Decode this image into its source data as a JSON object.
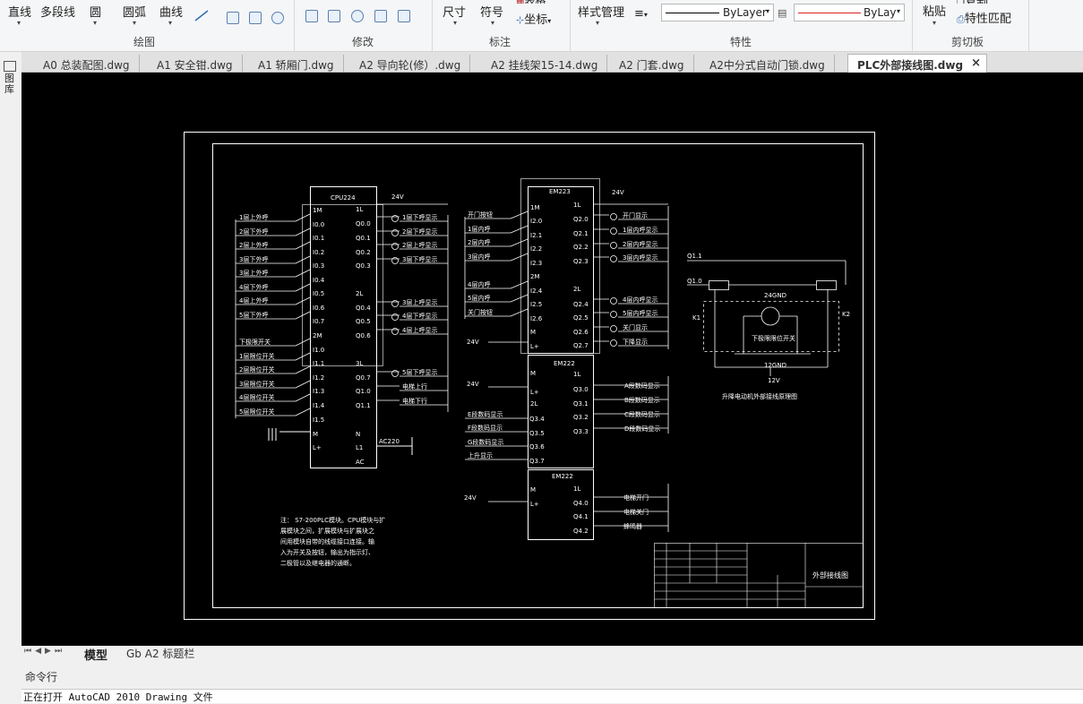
{
  "ribbon": {
    "draw": {
      "line": "直线",
      "polyline": "多段线",
      "circle": "圆",
      "arc": "圆弧",
      "curve": "曲线",
      "group_label": "绘图"
    },
    "modify": {
      "group_label": "修改"
    },
    "annotate": {
      "dimension": "尺寸",
      "symbol": "符号",
      "table": "表格",
      "coordinate": "坐标",
      "group_label": "标注"
    },
    "properties": {
      "style_manager": "样式管理",
      "linetype": "ByLayer",
      "layer": "ByLay",
      "group_label": "特性"
    },
    "clipboard": {
      "paste": "粘贴",
      "copy": "复制",
      "match": "特性匹配",
      "group_label": "剪切板"
    }
  },
  "tabs": [
    {
      "label": "A0 总装配图.dwg",
      "active": false
    },
    {
      "label": "A1 安全钳.dwg",
      "active": false
    },
    {
      "label": "A1 轿厢门.dwg",
      "active": false
    },
    {
      "label": "A2 导向轮(修）.dwg",
      "active": false
    },
    {
      "label": "A2 挂线架15-14.dwg",
      "active": false
    },
    {
      "label": "A2 门套.dwg",
      "active": false
    },
    {
      "label": "A2中分式自动门锁.dwg",
      "active": false
    },
    {
      "label": "PLC外部接线图.dwg",
      "active": true
    }
  ],
  "left_strip": {
    "label": "图库"
  },
  "drawing": {
    "cpu_title": "CPU224",
    "em223_title": "EM223",
    "em222a_title": "EM222",
    "em222b_title": "EM222",
    "v24": "24V",
    "cpu_left_labels": [
      "1层上外呼",
      "2层下外呼",
      "2层上外呼",
      "3层下外呼",
      "3层上外呼",
      "4层下外呼",
      "4层上外呼",
      "5层下外呼",
      "下极限开关",
      "1层限位开关",
      "2层限位开关",
      "3层限位开关",
      "4层限位开关",
      "5层限位开关"
    ],
    "cpu_in_pins": [
      "1M",
      "I0.0",
      "I0.1",
      "I0.2",
      "I0.3",
      "I0.4",
      "I0.5",
      "I0.6",
      "I0.7",
      "2M",
      "I1.0",
      "I1.1",
      "I1.2",
      "I1.3",
      "I1.4",
      "I1.5",
      "M",
      "L+"
    ],
    "cpu_out_pins": [
      "1L",
      "Q0.0",
      "Q0.1",
      "Q0.2",
      "Q0.3",
      "2L",
      "Q0.4",
      "Q0.5",
      "Q0.6",
      "3L",
      "Q0.7",
      "Q1.0",
      "Q1.1",
      "N",
      "L1",
      "AC"
    ],
    "cpu_right_labels": [
      "1层下呼显示",
      "2层下呼显示",
      "2层上呼显示",
      "3层下呼显示",
      "3层上呼显示",
      "4层下呼显示",
      "4层上呼显示",
      "5层下呼显示",
      "电梯上行",
      "电梯下行"
    ],
    "ac220": "AC220",
    "em223_left_labels": [
      "开门按钮",
      "1层内呼",
      "2层内呼",
      "3层内呼",
      "4层内呼",
      "5层内呼",
      "关门按钮"
    ],
    "em223_in_pins": [
      "1M",
      "I2.0",
      "I2.1",
      "I2.2",
      "I2.3",
      "2M",
      "I2.4",
      "I2.5",
      "I2.6",
      "M",
      "L+"
    ],
    "em223_out_pins": [
      "1L",
      "Q2.0",
      "Q2.1",
      "Q2.2",
      "Q2.3",
      "2L",
      "Q2.4",
      "Q2.5",
      "Q2.6",
      "Q2.7"
    ],
    "em223_right_labels": [
      "开门显示",
      "1层内呼显示",
      "2层内呼显示",
      "3层内呼显示",
      "4层内呼显示",
      "5层内呼显示",
      "关门显示",
      "下降显示"
    ],
    "em222a_pins_left": [
      "M",
      "L+",
      "2L"
    ],
    "em222a_pins_right": [
      "1L",
      "Q3.0",
      "Q3.1",
      "Q3.2",
      "Q3.3"
    ],
    "em222a_right_labels": [
      "A段数码显示",
      "B段数码显示",
      "C段数码显示",
      "D段数码显示"
    ],
    "em222a_left_labels": [
      "E段数码显示",
      "F段数码显示",
      "G段数码显示",
      "上升显示"
    ],
    "em222a_left_pins": [
      "Q3.4",
      "Q3.5",
      "Q3.6",
      "Q3.7"
    ],
    "em222b_pins_left": [
      "M",
      "L+"
    ],
    "em222b_pins_right": [
      "1L",
      "Q4.0",
      "Q4.1",
      "Q4.2"
    ],
    "em222b_right_labels": [
      "电梯开门",
      "电梯关门",
      "蜂鸣器"
    ],
    "motor": {
      "q11": "Q1.1",
      "q10": "Q1.0",
      "k1": "K1",
      "k2": "K2",
      "gnd24": "24GND",
      "gnd12": "12GND",
      "v12": "12V",
      "switch": "下极限限位开关",
      "caption": "升降电动机外部接线原理图"
    },
    "note": [
      "注： S7-200PLC模块。CPU模块与扩",
      "展模块之间，扩展模块与扩展块之",
      "间用模块自带的线缆接口连接。输",
      "入为开关及按钮，输出为指示灯、",
      "二极管以及继电器的通断。"
    ],
    "title_block": "外部接线图"
  },
  "layouts": {
    "model": "模型",
    "layout": "Gb A2 标题栏"
  },
  "command": {
    "title": "命令行",
    "text": "正在打开 AutoCAD 2010 Drawing 文件"
  }
}
